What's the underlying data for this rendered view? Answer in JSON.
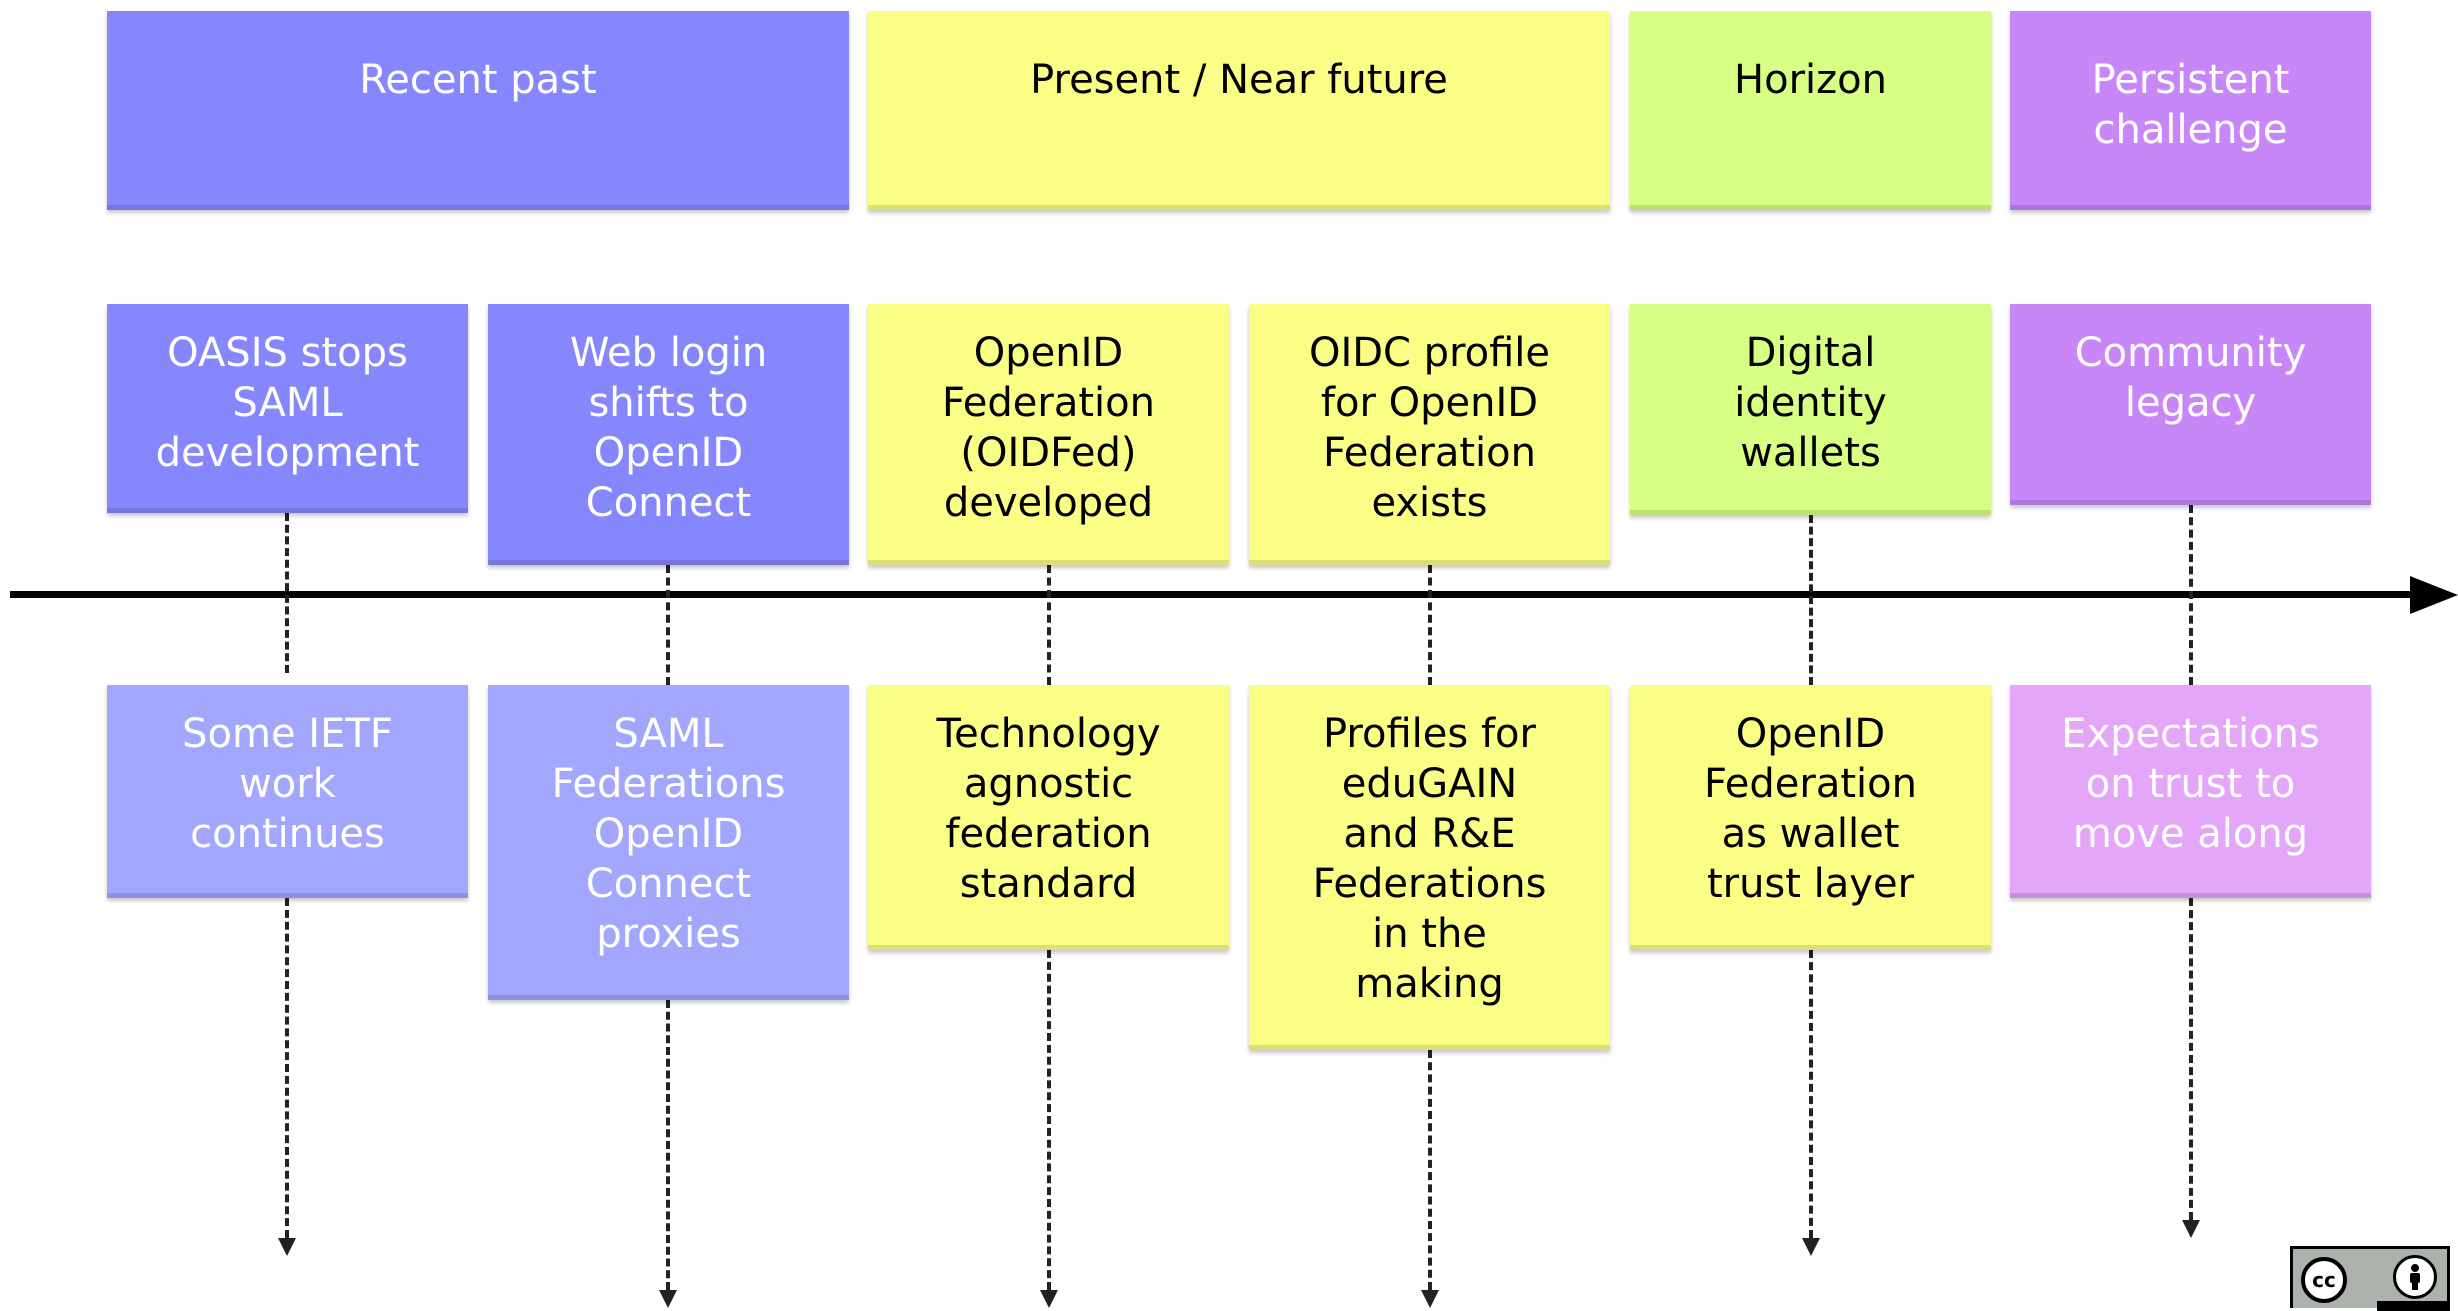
{
  "colors": {
    "recent_past": "#8787fd",
    "recent_past_light": "#a3a6fd",
    "present": "#fafe85",
    "horizon": "#d8fe83",
    "persistent": "#c887f8",
    "persistent_light": "#e3a6f9",
    "line": "#000000"
  },
  "headers": [
    {
      "label": "Recent past"
    },
    {
      "label": "Present / Near future"
    },
    {
      "label": "Horizon"
    },
    {
      "label": "Persistent\nchallenge"
    }
  ],
  "top_cards": [
    {
      "label": "OASIS stops\nSAML\ndevelopment"
    },
    {
      "label": "Web login\nshifts to\nOpenID\nConnect"
    },
    {
      "label": "OpenID\nFederation\n(OIDFed)\ndeveloped"
    },
    {
      "label": "OIDC profile\nfor OpenID\nFederation\nexists"
    },
    {
      "label": "Digital\nidentity\nwallets"
    },
    {
      "label": "Community\nlegacy"
    }
  ],
  "bottom_cards": [
    {
      "label": "Some IETF\nwork\ncontinues"
    },
    {
      "label": "SAML\nFederations\nOpenID\nConnect\nproxies"
    },
    {
      "label": "Technology\nagnostic\nfederation\nstandard"
    },
    {
      "label": "Profiles for\neduGAIN\nand R&E\nFederations\nin the\nmaking"
    },
    {
      "label": "OpenID\nFederation\nas wallet\ntrust layer"
    },
    {
      "label": "Expectations\non trust to\nmove along"
    }
  ],
  "license_badge": {
    "icon": "creative-commons-by-icon",
    "cc_text": "cc"
  }
}
